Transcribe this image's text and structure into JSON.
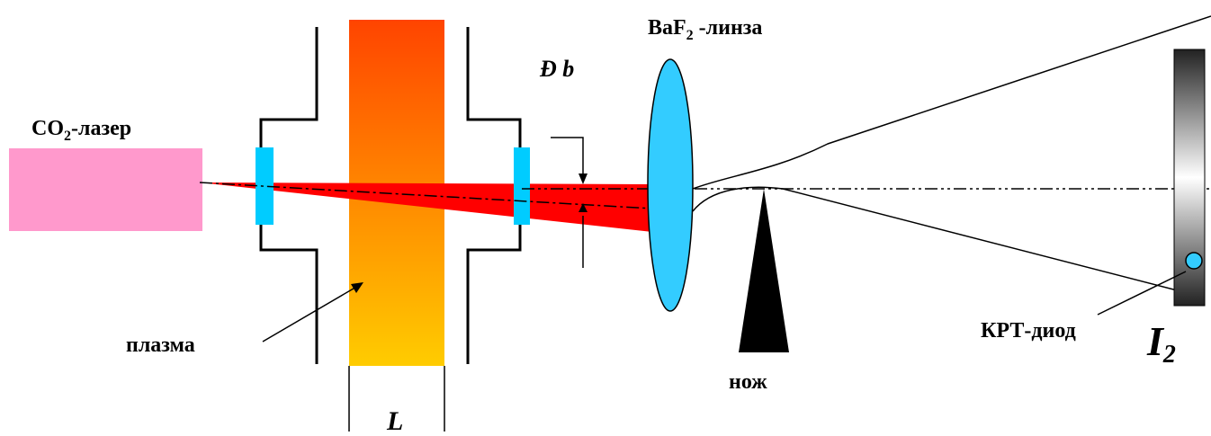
{
  "labels": {
    "laser_main": "CO",
    "laser_sub": "2",
    "laser_suffix": "-лазер",
    "lens_main": "BaF",
    "lens_sub": "2",
    "lens_suffix": " -линза",
    "deflection_prefix": "Ð",
    "deflection_var": "b",
    "plasma": "плазма",
    "knife": "нож",
    "detector": "КРТ-диод",
    "intensity_main": "I",
    "intensity_sub": "2",
    "length": "L"
  },
  "colors": {
    "laser_body": "#ff99cc",
    "window": "#00ccff",
    "beam": "#ff0000",
    "lens": "#33ccff",
    "plasma_top": "#ff4400",
    "plasma_bottom": "#ffcc00",
    "knife": "#000000",
    "detector_top": "#222222",
    "detector_mid": "#ffffff",
    "detector_dot": "#33ccff"
  }
}
